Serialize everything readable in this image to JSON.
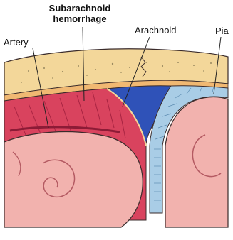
{
  "figure": {
    "labels": {
      "subarachnoid_line1": "Subarachnold",
      "subarachnoid_line2": "hemorrhage",
      "arachnoid": "Arachnold",
      "artery": "Artery",
      "pia": "Pia"
    },
    "colors": {
      "skull": "#f3d79a",
      "skull_dots": "#9a8a60",
      "dura": "#f0b872",
      "hemorrhage": "#d9435e",
      "hemorrhage_dark": "#a82442",
      "csf_blue": "#2f52b8",
      "pia_layer": "#a9cde6",
      "brain": "#f2b2ae",
      "sulcus_line": "#b45a62",
      "outline": "#3a2b2b",
      "leader": "#222222"
    }
  }
}
